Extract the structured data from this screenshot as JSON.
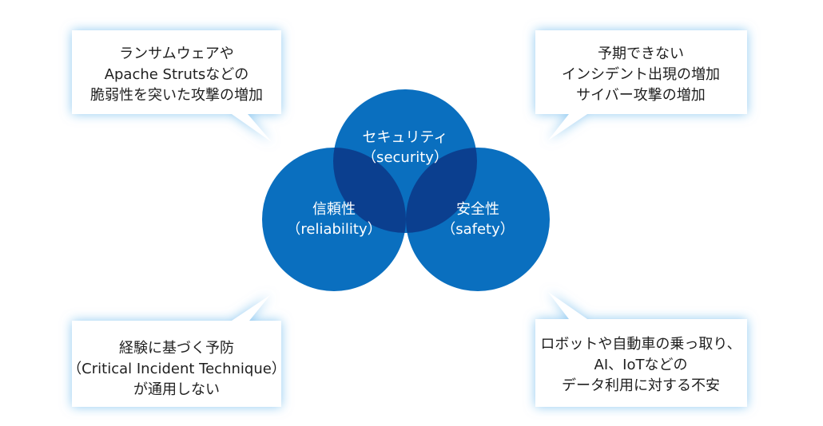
{
  "callouts": {
    "top_left": [
      "ランサムウェアや",
      "Apache Strutsなどの",
      "脆弱性を突いた攻撃の増加"
    ],
    "top_right": [
      "予期できない",
      "インシデント出現の増加",
      "サイバー攻撃の増加"
    ],
    "bottom_left": [
      "経験に基づく予防",
      "（Critical Incident Technique）",
      "が通用しない"
    ],
    "bottom_right": [
      "ロボットや自動車の乗っ取り、",
      "AI、IoTなどの",
      "データ利用に対する不安"
    ]
  },
  "circles": {
    "security": {
      "label": "セキュリティ",
      "sub": "（security）"
    },
    "reliability": {
      "label": "信頼性",
      "sub": "（reliability）"
    },
    "safety": {
      "label": "安全性",
      "sub": "（safety）"
    }
  },
  "colors": {
    "circle_fill": "#0a6fbf",
    "overlap_fill": "#0b3f8f",
    "bubble_glow": "#9fd0f2",
    "bubble_fill": "#ffffff"
  }
}
